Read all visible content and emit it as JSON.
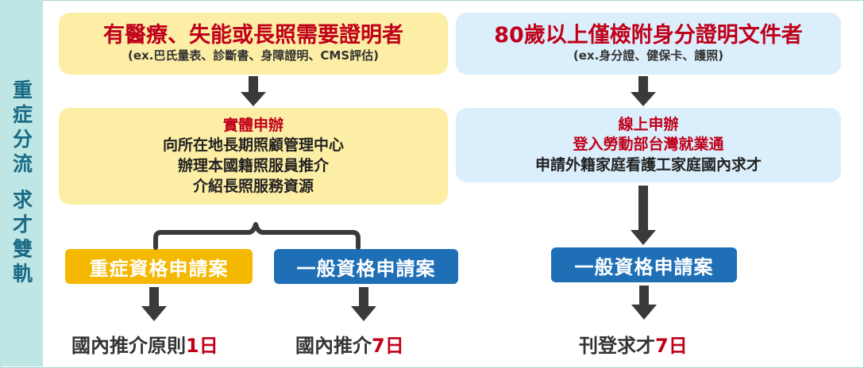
{
  "side_label": "重症分流 求才雙軌",
  "colors": {
    "side_bg": "#bde6e4",
    "side_text": "#1a6a86",
    "yellow_box": "#fdeea5",
    "blue_box": "#dbeefb",
    "yellow_pill": "#f5b800",
    "blue_pill": "#1f6fb7",
    "red_text": "#c0001a",
    "arrow": "#3a3a3a"
  },
  "left": {
    "top_box": {
      "title": "有醫療、失能或長照需要證明者",
      "subtitle": "(ex.巴氏量表、診斷書、身障證明、CMS評估)"
    },
    "middle_box": {
      "title": "實體申辦",
      "lines": [
        "向所在地長期照顧管理中心",
        "辦理本國籍照服員推介",
        "介紹長照服務資源"
      ]
    },
    "branches": [
      {
        "label": "重症資格申請案",
        "result_text": "國內推介原則",
        "result_num": "1日"
      },
      {
        "label": "一般資格申請案",
        "result_text": "國內推介",
        "result_num": "7日"
      }
    ]
  },
  "right": {
    "top_box": {
      "title": "80歲以上僅檢附身分證明文件者",
      "subtitle": "(ex.身分證、健保卡、護照)"
    },
    "middle_box": {
      "title": "線上申辦",
      "line_red": "登入勞動部台灣就業通",
      "line_dark": "申請外籍家庭看護工家庭國內求才"
    },
    "branch": {
      "label": "一般資格申請案",
      "result_text": "刊登求才",
      "result_num": "7日"
    }
  }
}
